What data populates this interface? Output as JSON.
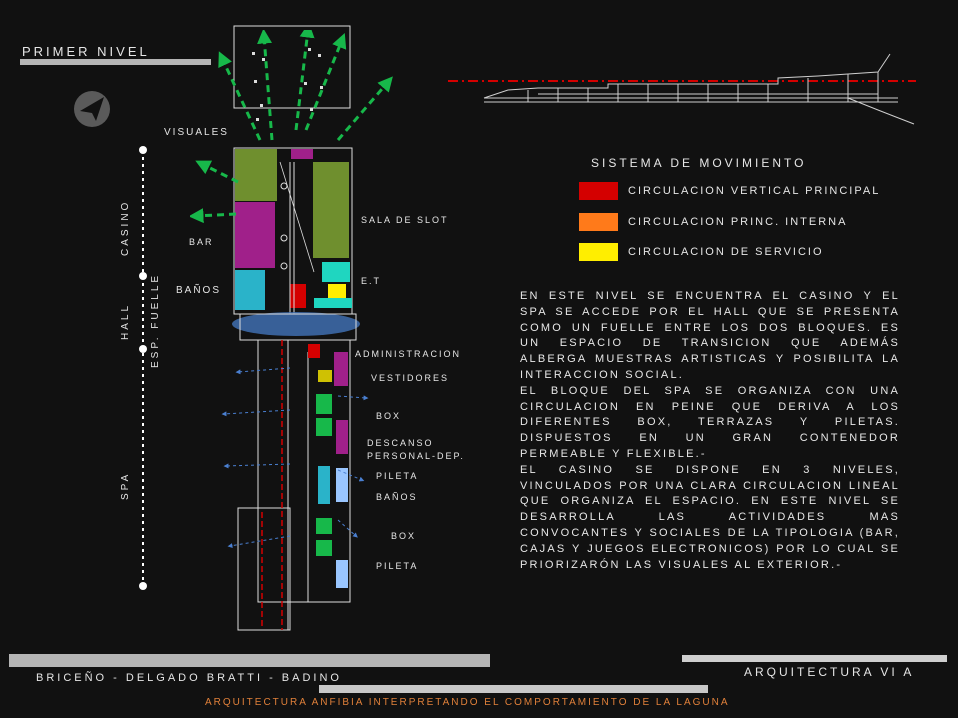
{
  "header": {
    "title": "PRIMER NIVEL"
  },
  "plan_labels": {
    "visuales": "VISUALES",
    "bar": "BAR",
    "banos_top": "BAÑOS",
    "sala_de_slot": "SALA DE SLOT",
    "et": "E.T",
    "administracion": "ADMINISTRACION",
    "vestidores": "VESTIDORES",
    "box_1": "BOX",
    "descanso_1": "DESCANSO",
    "descanso_2": "PERSONAL-DEP.",
    "pileta_1": "PILETA",
    "banos_bottom": "BAÑOS",
    "box_2": "BOX",
    "pileta_2": "PILETA"
  },
  "axis_labels": {
    "casino": "CASINO",
    "hall": "HALL",
    "esp_fuelle": "ESP. FUELLE",
    "spa": "SPA"
  },
  "legend": {
    "title": "SISTEMA DE MOVIMIENTO",
    "items": [
      {
        "label": "CIRCULACION VERTICAL PRINCIPAL",
        "color": "#d40000"
      },
      {
        "label": "CIRCULACION PRINC. INTERNA",
        "color": "#ff7a1a"
      },
      {
        "label": "CIRCULACION  DE SERVICIO",
        "color": "#ffee00"
      }
    ]
  },
  "description": {
    "paragraph_1": "En este nivel se encuentra el casino y el spa se accede por el hall que se presenta como un fuelle  entre los dos bloques. Es un espacio de transicion que además alberga muestras artisticas y  posibilita la interaccion social.",
    "paragraph_2": "El bloque del spa se organiza con una circulacion en peine que deriva a los diferentes box, terrazas y piletas. Dispuestos en un gran contenedor permeable y flexible.-",
    "paragraph_3": "El casino se dispone en 3 niveles, vinculados por una clara circulacion lineal que organiza el espacio. En este nivel se desarrolla las actividades mas convocantes y sociales de la tipologia (bar, cajas y juegos electronicos) por lo cual se priorizarón las visuales al exterior.-"
  },
  "footer": {
    "authors": "BRICEÑO - DELGADO BRATTI - BADINO",
    "course": "ARQUITECTURA VI A",
    "subtitle": "ARQUITECTURA ANFIBIA INTERPRETANDO EL COMPORTAMIENTO DE LA LAGUNA"
  },
  "colors": {
    "background": "#111111",
    "green_zone": "#6f8f2e",
    "magenta_zone": "#a0208a",
    "cyan_zone": "#2ab3c9",
    "arrow_green": "#17b84a",
    "arrow_blue": "#4a7fd0",
    "hall_ellipse": "#3f6fb0",
    "accent_footer": "#e0803a"
  }
}
